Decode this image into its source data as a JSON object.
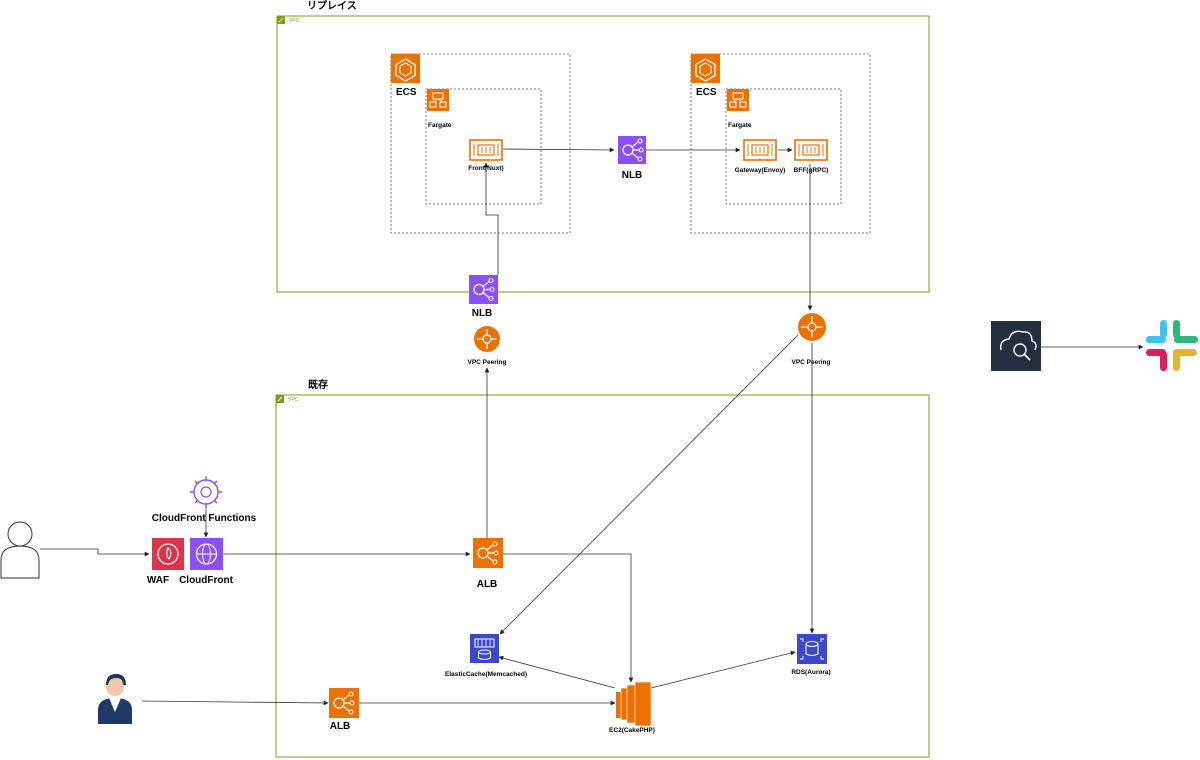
{
  "groups": {
    "replace_title": "リプレイス",
    "existing_title": "既存",
    "vpc_tag": "VPC"
  },
  "labels": {
    "ecs_left": "ECS",
    "ecs_right": "ECS",
    "fargate_left": "Fargate",
    "fargate_right": "Fargate",
    "front": "Front(Nuxt)",
    "nlb_mid": "NLB",
    "gateway": "Gateway(Envoy)",
    "bff": "BFF(gRPC)",
    "nlb_bottom": "NLB",
    "peering_left": "VPC Peering",
    "peering_right": "VPC Peering",
    "cf_functions": "CloudFront Functions",
    "waf": "WAF",
    "cloudfront": "CloudFront",
    "alb_top": "ALB",
    "alb_bottom": "ALB",
    "elasticache": "ElasticCache(Memcached)",
    "ec2": "EC2(CakePHP)",
    "rds": "RDS(Aurora)"
  },
  "icons": {
    "ecs": "ecs-icon",
    "fargate": "fargate-icon",
    "container": "container-icon",
    "nlb": "load-balancer-icon",
    "alb": "load-balancer-icon",
    "peering": "vpc-peering-icon",
    "waf": "waf-icon",
    "cloudfront": "cloudfront-icon",
    "cf_functions": "cloudfront-functions-icon",
    "elasticache": "elasticache-icon",
    "ec2": "ec2-icon",
    "rds": "rds-icon",
    "cloudwatch": "cloudwatch-icon",
    "slack": "slack-icon",
    "user": "user-icon",
    "operator": "operator-icon"
  },
  "colors": {
    "compute_orange": "#ed7100",
    "network_purple": "#8c4fff",
    "security_red": "#dd344c",
    "database_blue": "#3b48cc",
    "vpc_green": "#7aa116",
    "management_dark": "#232f3e"
  }
}
